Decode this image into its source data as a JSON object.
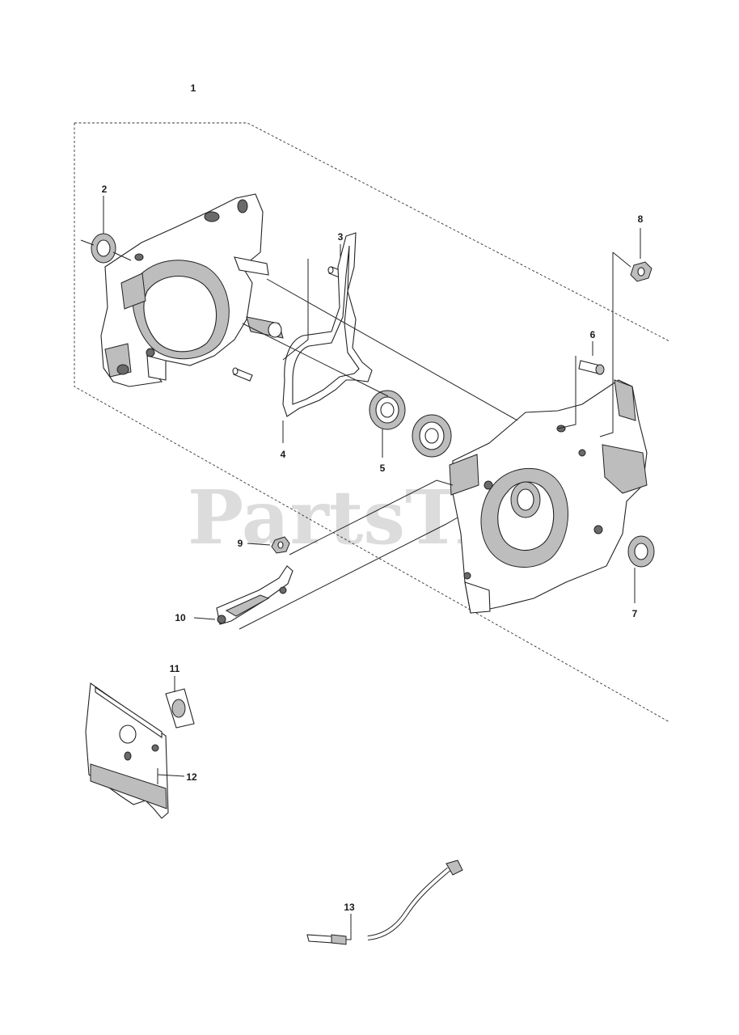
{
  "watermark": "PartsTree",
  "callouts": [
    {
      "id": "1",
      "label": "1"
    },
    {
      "id": "2",
      "label": "2"
    },
    {
      "id": "3",
      "label": "3"
    },
    {
      "id": "4",
      "label": "4"
    },
    {
      "id": "5",
      "label": "5"
    },
    {
      "id": "6",
      "label": "6"
    },
    {
      "id": "7",
      "label": "7"
    },
    {
      "id": "8",
      "label": "8"
    },
    {
      "id": "9",
      "label": "9"
    },
    {
      "id": "10",
      "label": "10"
    },
    {
      "id": "11",
      "label": "11"
    },
    {
      "id": "12",
      "label": "12"
    },
    {
      "id": "13",
      "label": "13"
    }
  ],
  "colors": {
    "line": "#222222",
    "shade": "#bdbdbd",
    "watermark": "#d6d6d6"
  }
}
